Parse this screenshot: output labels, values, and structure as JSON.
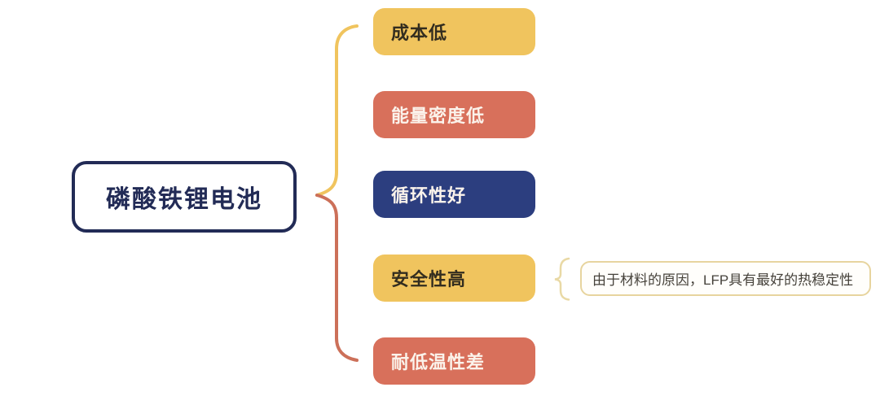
{
  "central": {
    "label": "磷酸铁锂电池",
    "border_color": "#222B56",
    "text_color": "#222B56",
    "bg_color": "#FFFFFF"
  },
  "branches": [
    {
      "label": "成本低",
      "bg_color": "#F0C45E",
      "text_color": "#332D1F"
    },
    {
      "label": "能量密度低",
      "bg_color": "#D8705B",
      "text_color": "#FBF3EB"
    },
    {
      "label": "循环性好",
      "bg_color": "#2C3E7F",
      "text_color": "#FBF3EB"
    },
    {
      "label": "安全性高",
      "bg_color": "#F0C45E",
      "text_color": "#332D1F"
    },
    {
      "label": "耐低温性差",
      "bg_color": "#D8705B",
      "text_color": "#FBF3EB"
    }
  ],
  "note": {
    "label": "由于材料的原因，LFP具有最好的热稳定性",
    "attached_to": "安全性高",
    "border_color": "#E7D49E",
    "text_color": "#46423B",
    "bg_color": "#FFFEFB"
  },
  "connectors": {
    "main_brace_top_color": "#F0C45E",
    "main_brace_bottom_color": "#CC7059",
    "note_brace_color": "#E9D9A5"
  }
}
